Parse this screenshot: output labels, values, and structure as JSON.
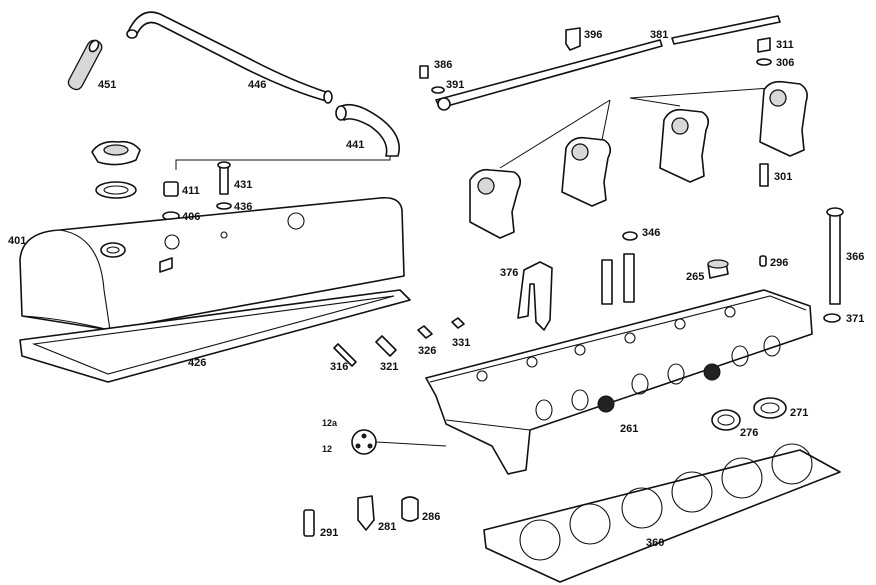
{
  "labels": {
    "p451": "451",
    "p446": "446",
    "p441": "441",
    "p386": "386",
    "p391": "391",
    "p396": "396",
    "p381": "381",
    "p311": "311",
    "p306": "306",
    "p411": "411",
    "p431": "431",
    "p406": "406",
    "p436": "436",
    "p401": "401",
    "p426": "426",
    "p301": "301",
    "p346": "346",
    "p376": "376",
    "p265": "265",
    "p296": "296",
    "p366": "366",
    "p371": "371",
    "p326": "326",
    "p331": "331",
    "p316": "316",
    "p321": "321",
    "p12a": "12a",
    "p12": "12",
    "p261": "261",
    "p271": "271",
    "p276": "276",
    "p291": "291",
    "p281": "281",
    "p286": "286",
    "p360": "360"
  }
}
